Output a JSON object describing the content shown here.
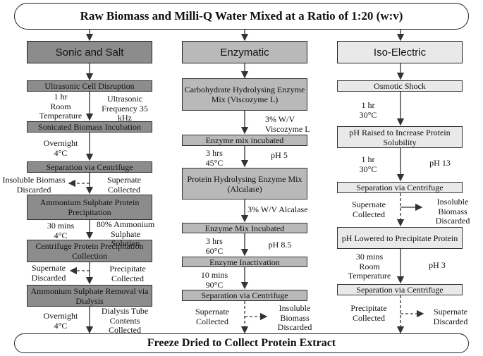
{
  "top_banner": "Raw Biomass and Milli-Q Water Mixed at a Ratio of 1:20 (w:v)",
  "bottom_banner": "Freeze Dried to Collect Protein Extract",
  "columns": [
    {
      "header": "Sonic and Salt",
      "boxes": [
        "Ultrasonic Cell Disruption",
        "Sonicated Biomass Incubation",
        "Separation via Centrifuge",
        "Ammonium Sulphate  Protein Precipitation",
        "Centrifuge Protein Precipitation Collection",
        "Ammonium Sulphate Removal via Dialysis"
      ],
      "labels": {
        "l1": "1 hr\nRoom\nTemperature",
        "l2": "Ultrasonic\nFrequency 35\nkHz",
        "l3": "Overnight\n4°C",
        "l4": "Insoluble Biomass\nDiscarded",
        "l5": "Supernate\nCollected",
        "l6": "30 mins\n4°C",
        "l7": "80% Ammonium\nSulphate\nSolution",
        "l8": "Supernate\nDiscarded",
        "l9": "Precipitate\nCollected",
        "l10": "Overnight\n4°C",
        "l11": "Dialysis Tube\nContents\nCollected"
      }
    },
    {
      "header": "Enzymatic",
      "boxes": [
        "Carbohydrate Hydrolysing Enzyme Mix (Viscozyme L)",
        "Enzyme mix incubated",
        "Protein Hydrolysing Enzyme Mix (Alcalase)",
        "Enzyme Mix Incubated",
        "Enzyme Inactivation",
        "Separation via Centrifuge"
      ],
      "labels": {
        "l1": "3% W/V\nViscozyme L",
        "l2": "3 hrs\n45°C",
        "l3": "pH 5",
        "l4": "3% W/V Alcalase",
        "l5": "3 hrs\n60°C",
        "l6": "pH 8.5",
        "l7": "10 mins\n90°C",
        "l8": "Supernate\nCollected",
        "l9": "Insoluble\nBiomass\nDiscarded"
      }
    },
    {
      "header": "Iso-Electric",
      "boxes": [
        "Osmotic Shock",
        "pH Raised to Increase Protein Solubility",
        "Separation via Centrifuge",
        "pH Lowered to Precipitate Protein",
        "Separation via Centrifuge"
      ],
      "labels": {
        "l1": "1 hr\n30°C",
        "l2": "1 hr\n30°C",
        "l3": "pH 13",
        "l4": "Supernate\nCollected",
        "l5": "Insoluble\nBiomass\nDiscarded",
        "l6": "30 mins\nRoom\nTemperature",
        "l7": "pH 3",
        "l8": "Precipitate\nCollected",
        "l9": "Supernate\nDiscarded"
      }
    }
  ],
  "colors": {
    "header_dark": "#8c8c8c",
    "header_mid": "#b9b9b9",
    "header_light": "#e9e9e9",
    "line": "#333333"
  }
}
